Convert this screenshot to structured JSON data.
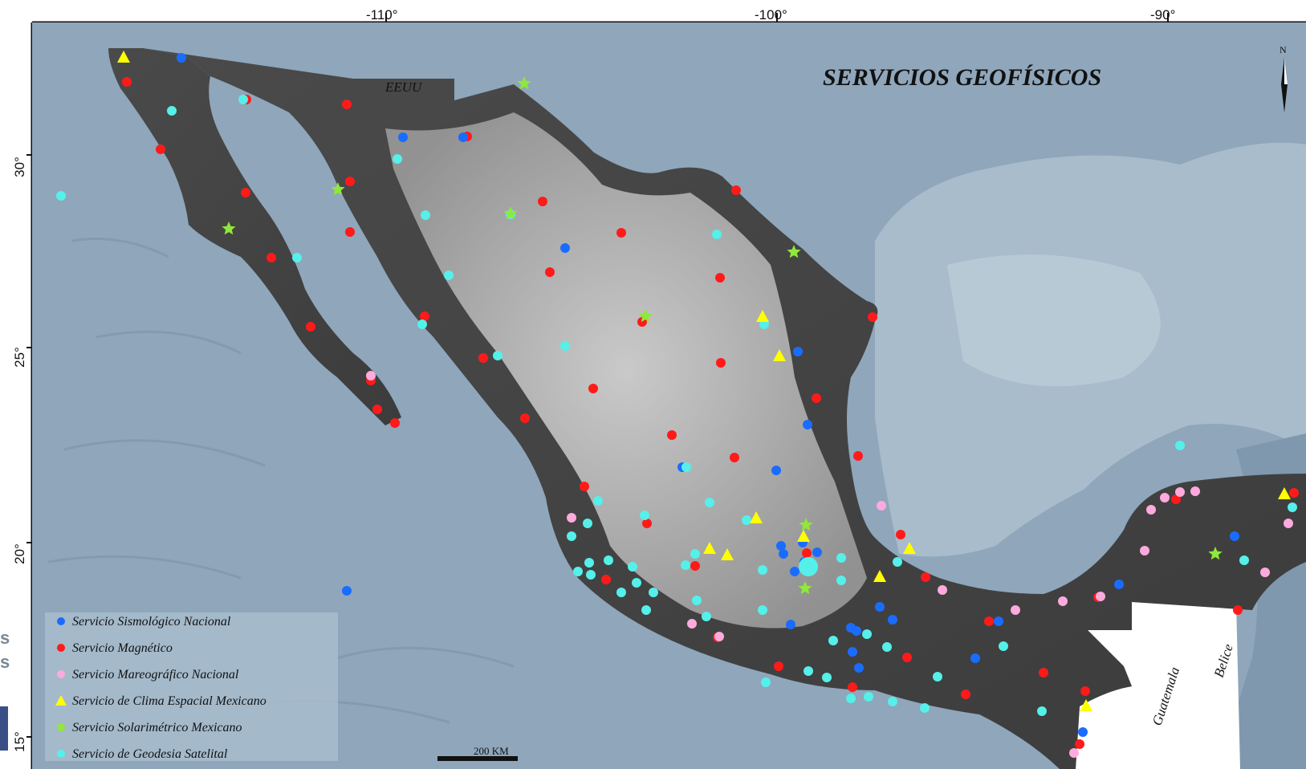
{
  "map": {
    "title": "SERVICIOS GEOFÍSICOS",
    "north_label": "N",
    "longitude_labels": [
      "-110°",
      "-100°",
      "-90°"
    ],
    "latitude_labels": [
      "30°",
      "25°",
      "20°",
      "15°"
    ],
    "place_labels": {
      "usa": "EEUU",
      "guatemala": "Guatemala",
      "belize": "Belice"
    },
    "scale_bar": "200 KM",
    "colors": {
      "ocean": "#8fa6bb",
      "gulf": "#a9bccc",
      "land": "#5f5f5f",
      "highlands": "#b8b8b8",
      "sismologico": "#1a6cff",
      "magnetico": "#ff1a1a",
      "mareografico": "#ffaadd",
      "clima_espacial": "#ffff00",
      "solarimetrico": "#8fe83a",
      "geodesia": "#55f0ea"
    }
  },
  "legend": {
    "items": [
      {
        "label": "Servicio Sismológico Nacional",
        "symbol": "circle",
        "color": "#1a6cff"
      },
      {
        "label": "Servicio Magnético",
        "symbol": "circle",
        "color": "#ff1a1a"
      },
      {
        "label": "Servicio Mareográfico Nacional",
        "symbol": "circle",
        "color": "#ffaadd"
      },
      {
        "label": "Servicio de Clima Espacial Mexicano",
        "symbol": "triangle",
        "color": "#ffff00"
      },
      {
        "label": "Servicio Solarimétrico Mexicano",
        "symbol": "star",
        "color": "#8fe83a"
      },
      {
        "label": "Servicio de Geodesia Satelital",
        "symbol": "circle",
        "color": "#55f0ea"
      }
    ]
  },
  "page_edge_text": [
    "s",
    "s"
  ]
}
